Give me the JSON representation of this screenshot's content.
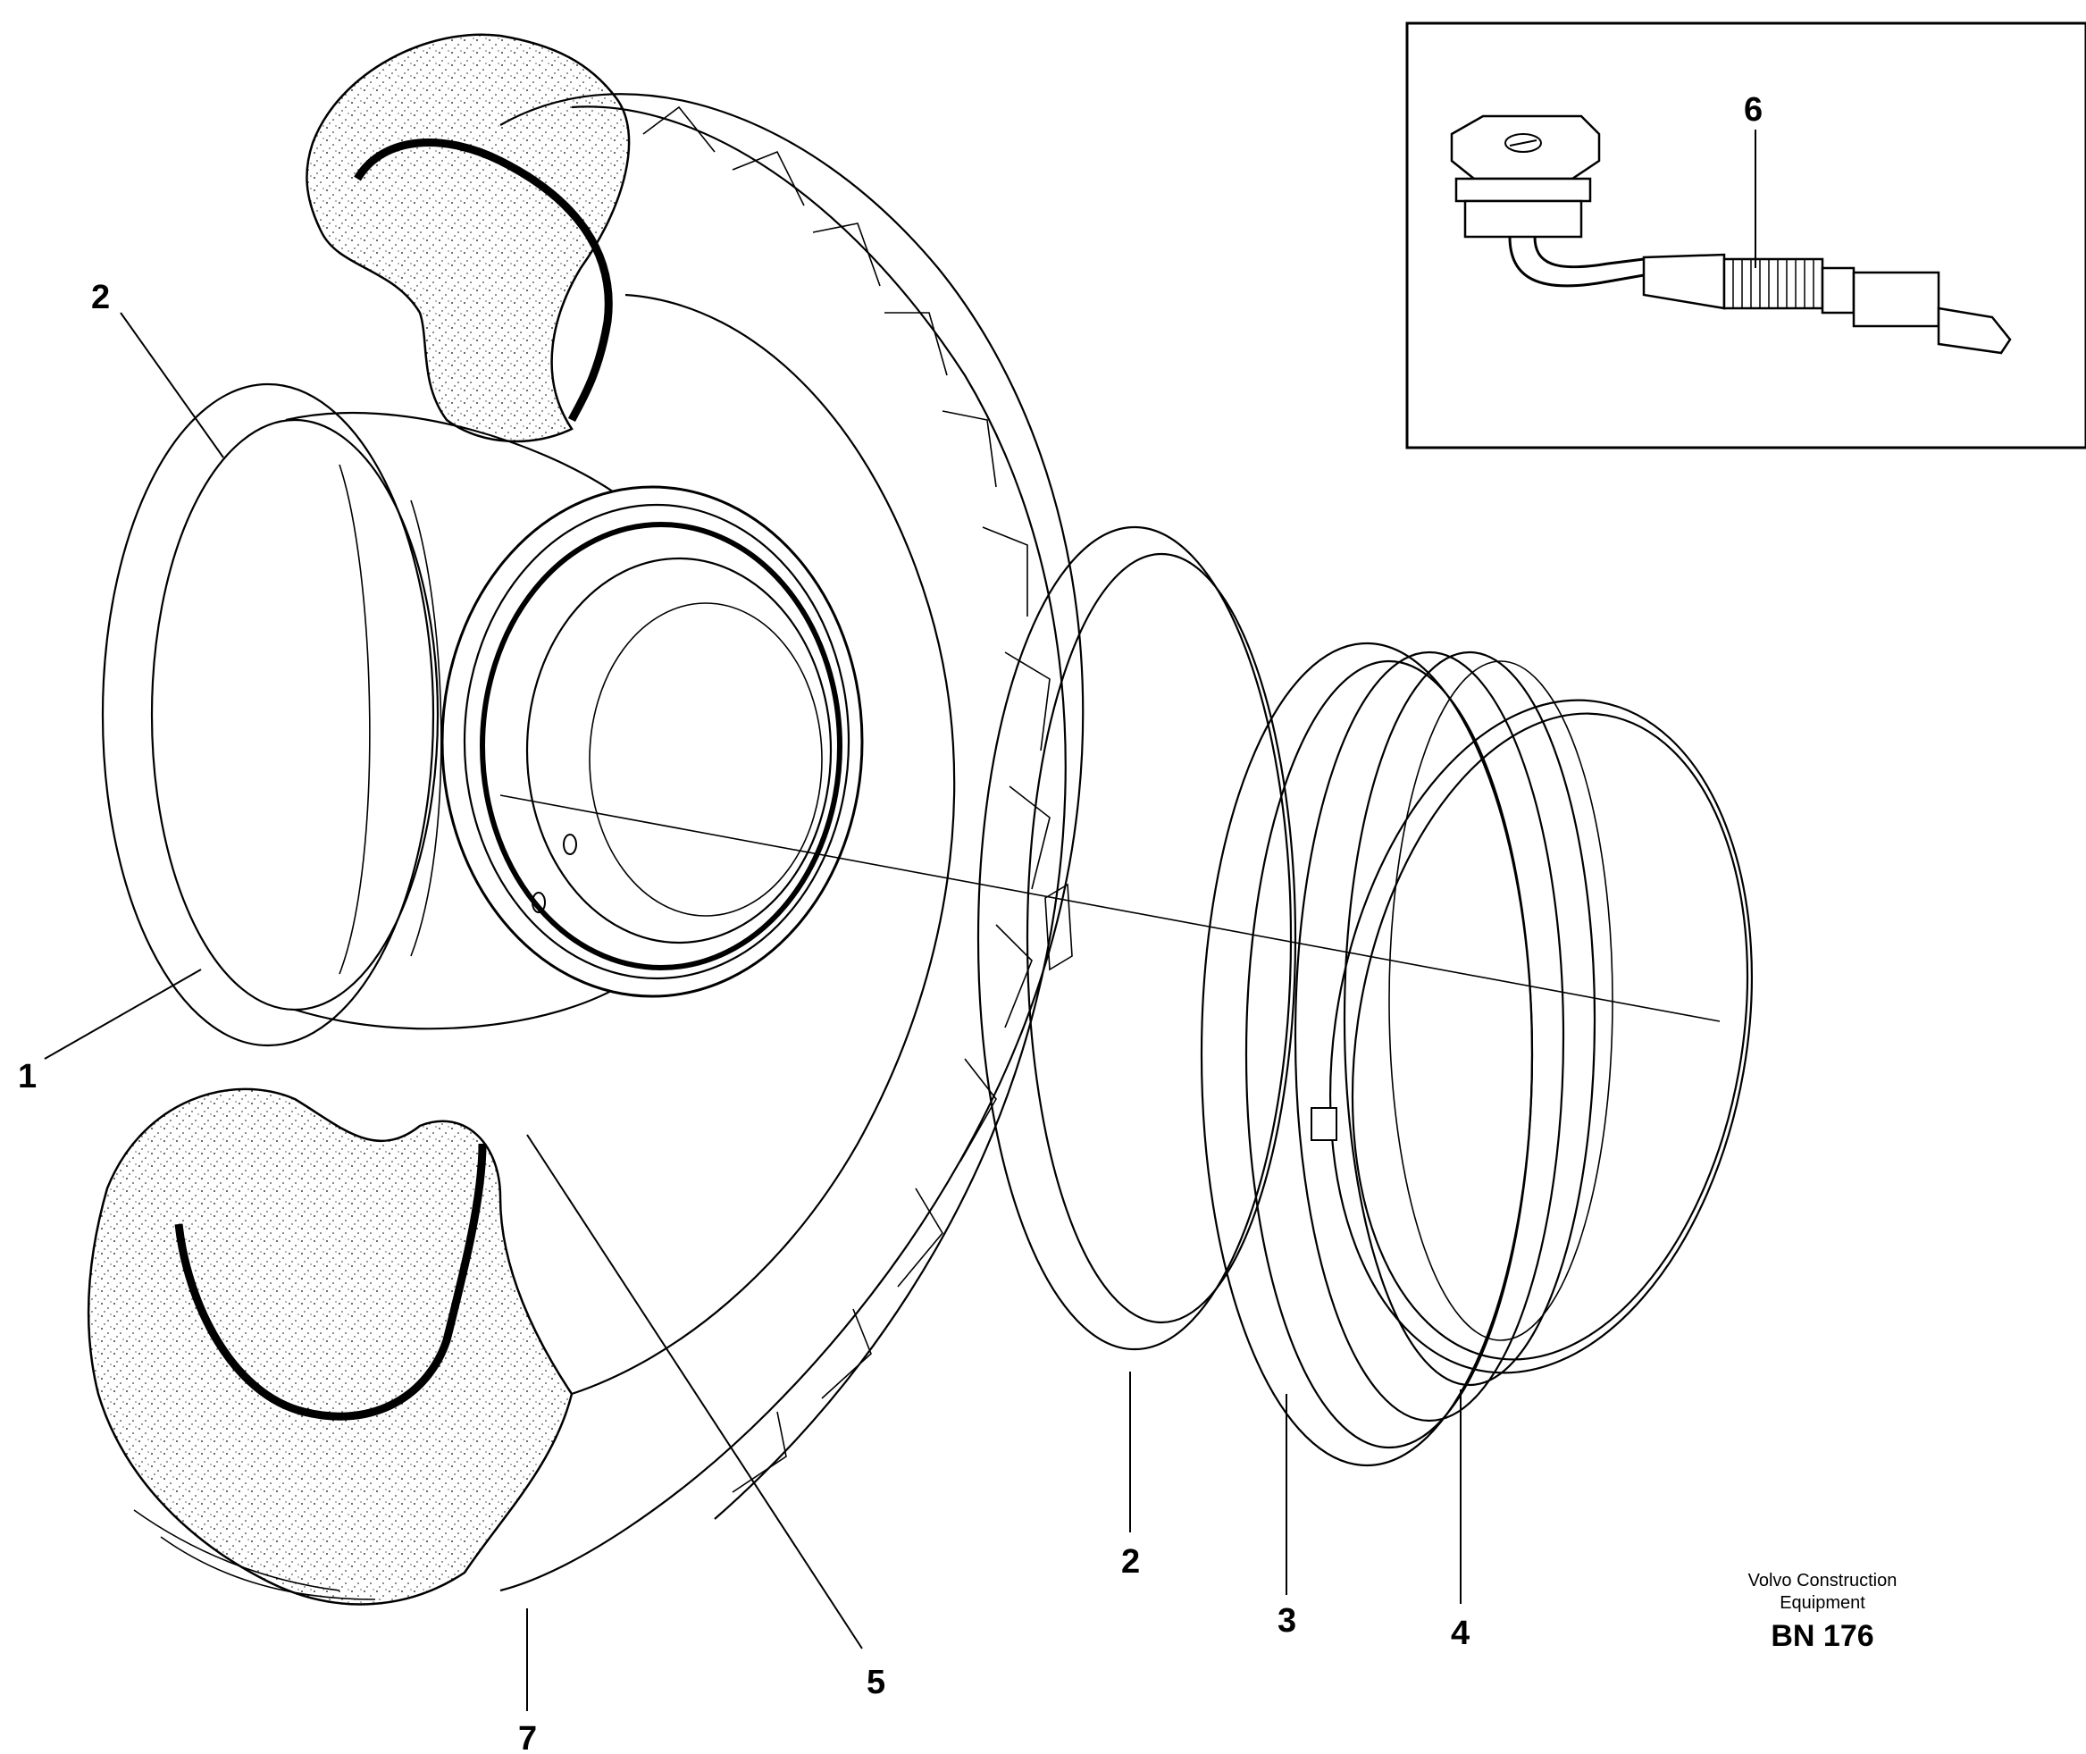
{
  "diagram": {
    "callouts": {
      "c1": "1",
      "c2_top": "2",
      "c2_bottom": "2",
      "c3": "3",
      "c4": "4",
      "c5": "5",
      "c6": "6",
      "c7": "7"
    },
    "caption": {
      "line1": "Volvo Construction",
      "line2": "Equipment",
      "code": "BN 176"
    }
  }
}
